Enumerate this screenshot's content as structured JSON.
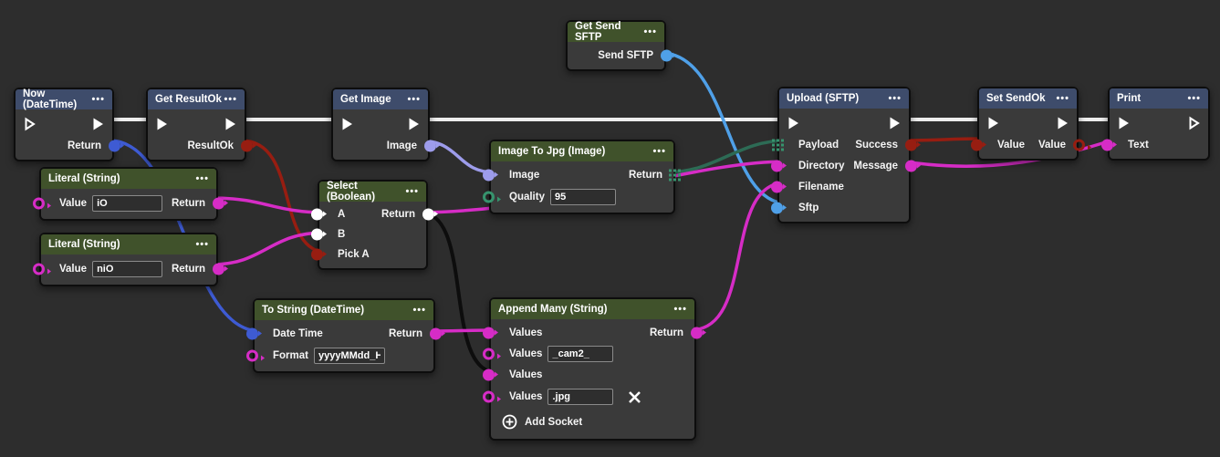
{
  "ui": {
    "menu_dots": "•••",
    "add_socket_label": "Add Socket"
  },
  "colors": {
    "background": "#2d2d2d",
    "node_body": "#3a3a3a",
    "node_border": "#0d0d0d",
    "header_blue": "#3e4c6b",
    "header_green": "#40522b",
    "exec_wire_white": "#ededed",
    "magenta": "#d62cc6",
    "royal_blue": "#3e5bd3",
    "light_blue": "#4fa0e8",
    "dark_red": "#971d11",
    "lavender": "#9d9ceb",
    "teal_grid": "#36936d",
    "teal_wire": "#2d6b55",
    "black_wire": "#0d0d0d"
  },
  "nodes": {
    "now": {
      "title": "Now (DateTime)",
      "outputs": {
        "return": "Return"
      }
    },
    "get_resultok": {
      "title": "Get ResultOk",
      "outputs": {
        "resultok": "ResultOk"
      }
    },
    "get_image": {
      "title": "Get Image",
      "outputs": {
        "image": "Image"
      }
    },
    "get_send_sftp": {
      "title": "Get Send SFTP",
      "outputs": {
        "send_sftp": "Send SFTP"
      }
    },
    "image_to_jpg": {
      "title": "Image To Jpg (Image)",
      "inputs": {
        "image": "Image",
        "quality": "Quality"
      },
      "fields": {
        "quality": "95"
      },
      "outputs": {
        "return": "Return"
      }
    },
    "literal_1": {
      "title": "Literal (String)",
      "inputs": {
        "value": "Value"
      },
      "fields": {
        "value": "iO"
      },
      "outputs": {
        "return": "Return"
      }
    },
    "literal_2": {
      "title": "Literal (String)",
      "inputs": {
        "value": "Value"
      },
      "fields": {
        "value": "niO"
      },
      "outputs": {
        "return": "Return"
      }
    },
    "select": {
      "title": "Select (Boolean)",
      "inputs": {
        "a": "A",
        "b": "B",
        "pick_a": "Pick A"
      },
      "outputs": {
        "return": "Return"
      }
    },
    "to_string": {
      "title": "To String (DateTime)",
      "inputs": {
        "date_time": "Date Time",
        "format": "Format"
      },
      "fields": {
        "format": "yyyyMMdd_HH"
      },
      "outputs": {
        "return": "Return"
      }
    },
    "append_many": {
      "title": "Append Many (String)",
      "inputs": {
        "values1": "Values",
        "values2": "Values",
        "values3": "Values",
        "values4": "Values"
      },
      "fields": {
        "values2": "_cam2_",
        "values4": ".jpg"
      },
      "outputs": {
        "return": "Return"
      },
      "add_socket": "Add Socket"
    },
    "upload": {
      "title": "Upload (SFTP)",
      "inputs": {
        "payload": "Payload",
        "directory": "Directory",
        "filename": "Filename",
        "sftp": "Sftp"
      },
      "outputs": {
        "success": "Success",
        "message": "Message"
      }
    },
    "set_sendok": {
      "title": "Set SendOk",
      "inputs": {
        "value": "Value"
      },
      "outputs": {
        "value": "Value"
      }
    },
    "print": {
      "title": "Print",
      "inputs": {
        "text": "Text"
      }
    }
  }
}
